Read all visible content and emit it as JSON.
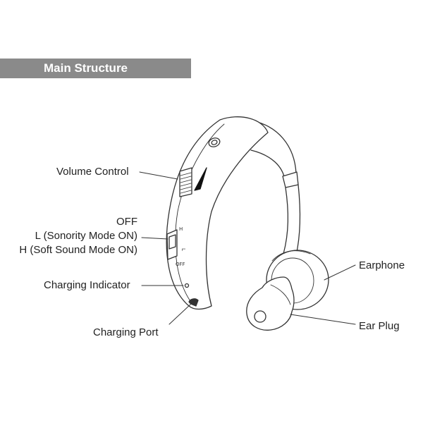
{
  "header": {
    "title": "Main Structure"
  },
  "callouts": {
    "volume_control": "Volume Control",
    "mode_off": "OFF",
    "mode_l": "L (Sonority Mode ON)",
    "mode_h": "H (Soft Sound Mode ON)",
    "charging_indicator": "Charging Indicator",
    "charging_port": "Charging Port",
    "earphone": "Earphone",
    "ear_plug": "Ear Plug"
  },
  "switch_marks": {
    "h": "H",
    "l": "L",
    "off": "OFF"
  },
  "colors": {
    "header_bar": "#8a8a8a",
    "header_text": "#ffffff",
    "line": "#333333"
  }
}
